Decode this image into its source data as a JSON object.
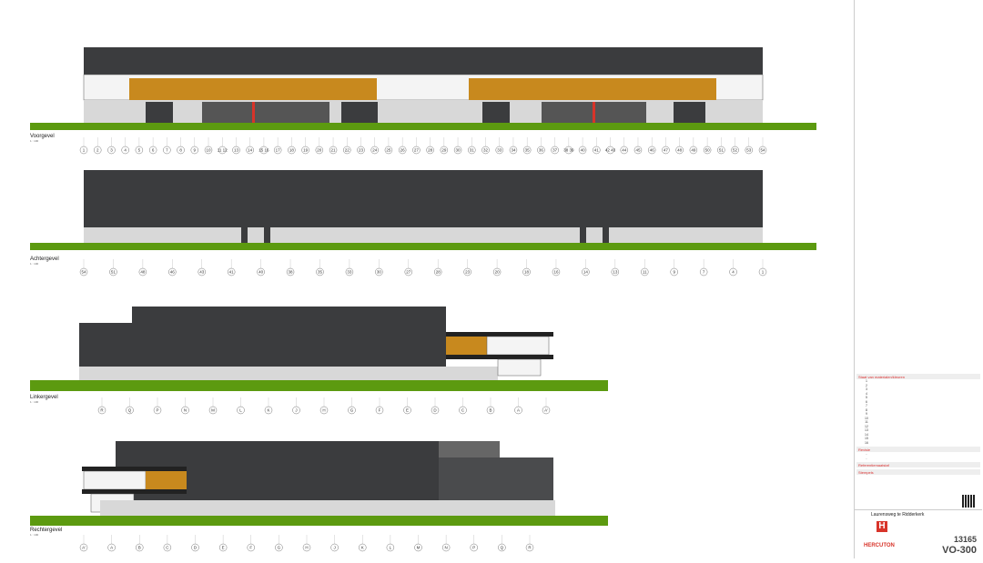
{
  "elevations": [
    {
      "title": "Voorgevel",
      "scale": "1 : 100",
      "axes": [
        "1",
        "2",
        "3",
        "4",
        "5",
        "6",
        "7",
        "8",
        "9",
        "10",
        "11 12",
        "13",
        "14",
        "15 16",
        "17",
        "18",
        "19",
        "20",
        "21",
        "22",
        "23",
        "24",
        "25",
        "26",
        "27",
        "28",
        "29",
        "30",
        "31",
        "32",
        "33",
        "34",
        "35",
        "36",
        "37",
        "38 39",
        "40",
        "41",
        "42 43",
        "44",
        "45",
        "46",
        "47",
        "48",
        "49",
        "50",
        "51",
        "52",
        "53",
        "54"
      ]
    },
    {
      "title": "Achtergevel",
      "scale": "1 : 100",
      "axes": [
        "54",
        "51",
        "48",
        "46",
        "43",
        "41",
        "40",
        "38",
        "35",
        "33",
        "30",
        "27",
        "28",
        "23",
        "20",
        "18",
        "16",
        "14",
        "13",
        "11",
        "9",
        "7",
        "4",
        "1"
      ]
    },
    {
      "title": "Linkergevel",
      "scale": "1 : 100",
      "axes": [
        "R",
        "Q",
        "P",
        "N",
        "M",
        "L",
        "K",
        "J",
        "H",
        "G",
        "F",
        "E",
        "D",
        "C",
        "B",
        "A",
        "A'"
      ]
    },
    {
      "title": "Rechtergevel",
      "scale": "1 : 100",
      "axes": [
        "A'",
        "A",
        "B",
        "C",
        "D",
        "E",
        "F",
        "G",
        "H",
        "J",
        "K",
        "L",
        "M",
        "N",
        "P",
        "Q",
        "R"
      ]
    }
  ],
  "panel": {
    "materials_heading": "Staat van materialen/kleuren",
    "materials": [
      "1",
      "2",
      "3",
      "4",
      "5",
      "6",
      "7",
      "8",
      "9",
      "10",
      "11",
      "12",
      "13",
      "14",
      "15",
      "16"
    ],
    "revision_heading": "Revisie",
    "revisions": [
      "-",
      "-"
    ],
    "reference_heading": "Referentiemaatstaf",
    "stamps_heading": "Stempels",
    "project": "Laurensweg te Ridderkerk",
    "company": "HERCUTON",
    "project_number": "13165",
    "drawing_code": "VO-300"
  },
  "colors": {
    "facade": "#3b3c3e",
    "orange": "#c8891e",
    "grass": "#5c9a10",
    "base": "#d8d8d8",
    "red": "#d8342a"
  }
}
